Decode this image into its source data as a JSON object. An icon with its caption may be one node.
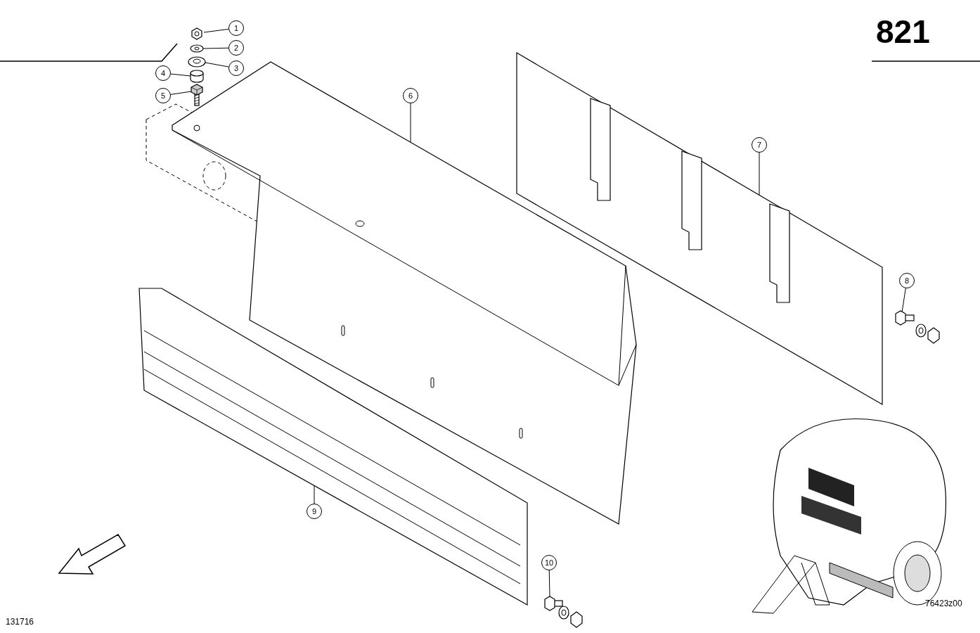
{
  "diagram": {
    "nodes": [
      {
        "text": [
          "1"
        ]
      },
      {
        "text": [
          "2"
        ]
      },
      {
        "text": [
          "3"
        ]
      },
      {
        "text": [
          "4"
        ]
      },
      {
        "text": [
          "5"
        ]
      },
      {
        "text": [
          "6"
        ]
      },
      {
        "text": [
          "7"
        ]
      },
      {
        "text": [
          "8"
        ]
      },
      {
        "text": [
          "9"
        ]
      },
      {
        "text": [
          "10"
        ]
      },
      {
        "text": [],
        "shape": "picture"
      },
      {
        "text": [],
        "shape": "picture"
      },
      {
        "text": [],
        "shape": "picture"
      },
      {
        "text": [],
        "shape": "picture"
      },
      {
        "text": [],
        "shape": "picture"
      },
      {
        "text": [],
        "shape": "picture"
      },
      {
        "text": [],
        "shape": "picture"
      },
      {
        "text": [],
        "shape": "picture"
      },
      {
        "text": [],
        "shape": "picture"
      },
      {
        "text": [],
        "shape": "picture"
      }
    ],
    "edges": [
      {
        "from": 0,
        "to": 10,
        "arrow": "none"
      },
      {
        "from": 1,
        "to": 11,
        "arrow": "none"
      },
      {
        "from": 2,
        "to": 12,
        "arrow": "none"
      },
      {
        "from": 3,
        "to": 13,
        "arrow": "none"
      },
      {
        "from": 4,
        "to": 14,
        "arrow": "none"
      },
      {
        "from": 5,
        "to": 15,
        "arrow": "none"
      },
      {
        "from": 6,
        "to": 16,
        "arrow": "none"
      },
      {
        "from": 7,
        "to": 17,
        "arrow": "none"
      },
      {
        "from": 8,
        "to": 18,
        "arrow": "none"
      },
      {
        "from": 9,
        "to": 19,
        "arrow": "none"
      }
    ],
    "labels": [
      "821",
      "131716",
      "76423z00"
    ]
  }
}
